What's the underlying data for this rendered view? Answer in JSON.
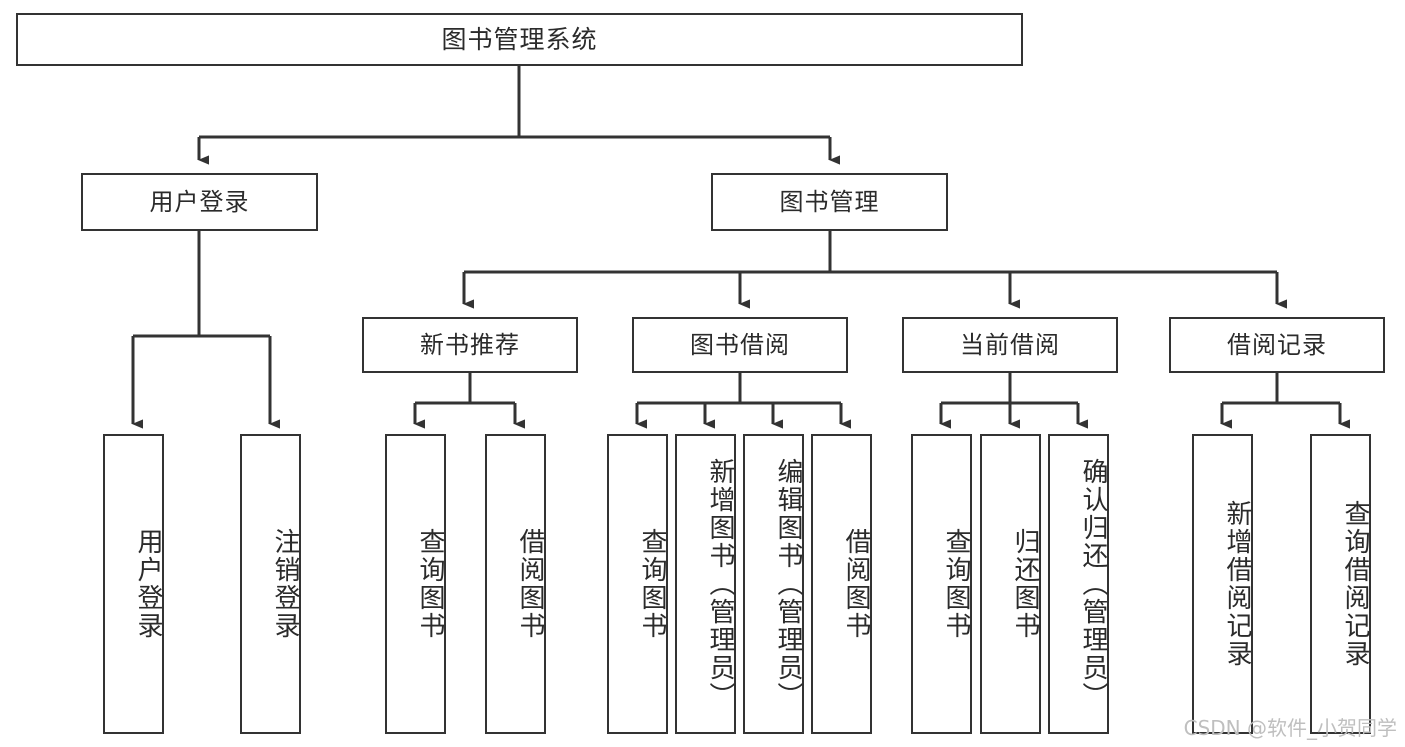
{
  "diagram": {
    "title": "图书管理系统",
    "watermark": "CSDN @软件_小贺同学",
    "line_color": "#333333",
    "text_color": "#2b2b2b",
    "background": "#ffffff",
    "nodes": {
      "root": "图书管理系统",
      "level2": {
        "user_login": "用户登录",
        "book_manage": "图书管理"
      },
      "level3": {
        "new_book_rec": "新书推荐",
        "book_borrow": "图书借阅",
        "current_borrow": "当前借阅",
        "borrow_record": "借阅记录"
      },
      "leaves": {
        "user_login_1": "用户登录",
        "user_login_2": "注销登录",
        "new_book_rec_1": "查询图书",
        "new_book_rec_2": "借阅图书",
        "book_borrow_1": "查询图书",
        "book_borrow_2": "新增图书（管理员）",
        "book_borrow_3": "编辑图书（管理员）",
        "book_borrow_4": "借阅图书",
        "current_borrow_1": "查询图书",
        "current_borrow_2": "归还图书",
        "current_borrow_3": "确认归还（管理员）",
        "borrow_record_1": "新增借阅记录",
        "borrow_record_2": "查询借阅记录"
      }
    }
  }
}
